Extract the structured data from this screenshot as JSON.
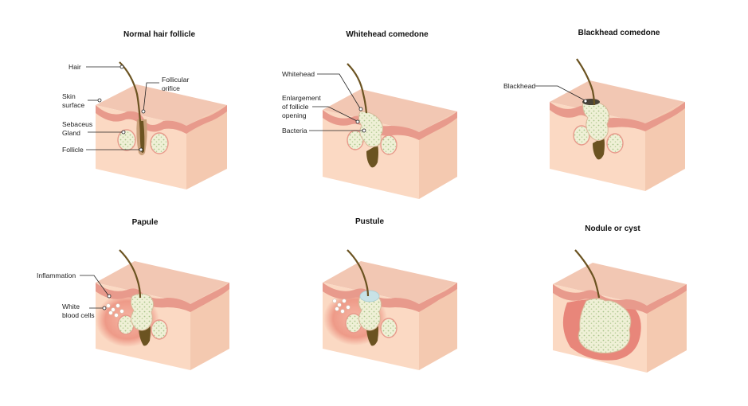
{
  "panels": [
    {
      "title": "Normal hair follicle",
      "labels": [
        "Hair",
        "Follicular",
        "orifice",
        "Skin",
        "surface",
        "Sebaceus",
        "Gland",
        "Follicle"
      ]
    },
    {
      "title": "Whitehead comedone",
      "labels": [
        "Whitehead",
        "Enlargement",
        "of follicle",
        "opening",
        "Bacteria"
      ]
    },
    {
      "title": "Blackhead comedone",
      "labels": [
        "Blackhead"
      ]
    },
    {
      "title": "Papule",
      "labels": [
        "Inflammation",
        "White",
        "blood cells"
      ]
    },
    {
      "title": "Pustule",
      "labels": []
    },
    {
      "title": "Nodule or cyst",
      "labels": []
    }
  ],
  "colors": {
    "skin_top": "#f2c7b3",
    "skin_front": "#fbd9c3",
    "skin_side": "#f4c9b0",
    "epidermis": "#e89a8c",
    "hair": "#6b5321",
    "sebum": "#eff0d6",
    "sebum_dots": "#a8c48a",
    "inflammation": "#e8867a",
    "pus": "#c8e2e6"
  }
}
